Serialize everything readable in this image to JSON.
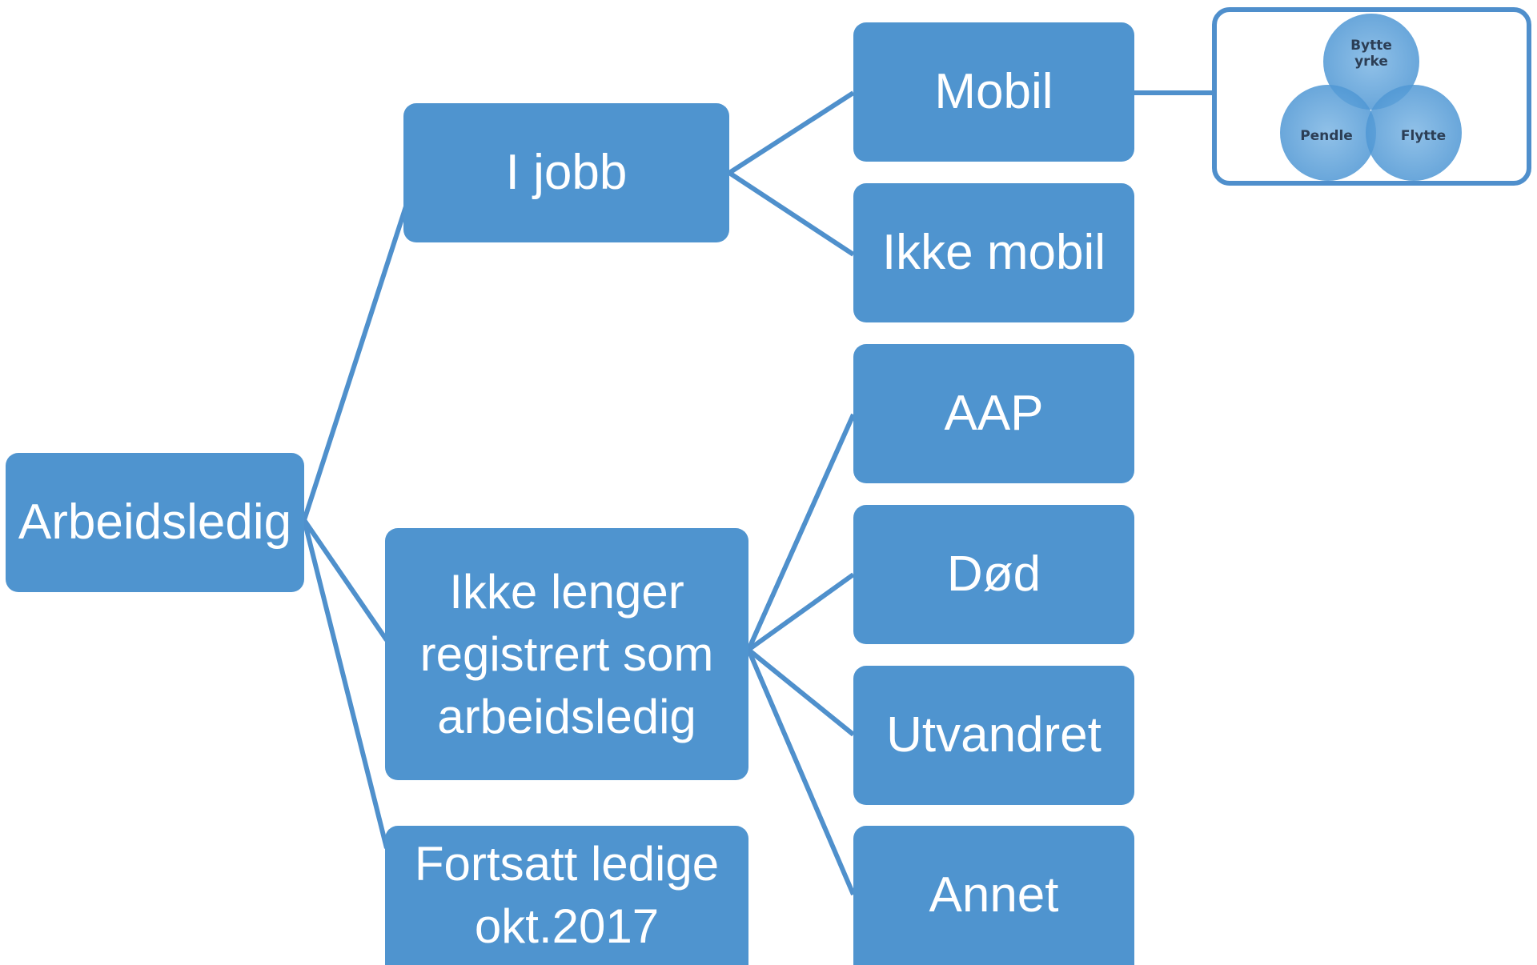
{
  "nodes": {
    "root": "Arbeidsledig",
    "i_jobb": "I jobb",
    "ikke_registrert": "Ikke lenger registrert som arbeidsledig",
    "fortsatt_ledige": "Fortsatt ledige okt.2017",
    "mobil": "Mobil",
    "ikke_mobil": "Ikke mobil",
    "aap": "AAP",
    "dod": "Død",
    "utvandret": "Utvandret",
    "annet": "Annet"
  },
  "venn": {
    "top": "Bytte yrke",
    "left": "Pendle",
    "right": "Flytte"
  },
  "colors": {
    "node_fill": "#4f94cf",
    "connector": "#4f90cc",
    "venn_circle": "#5aa2dc"
  }
}
